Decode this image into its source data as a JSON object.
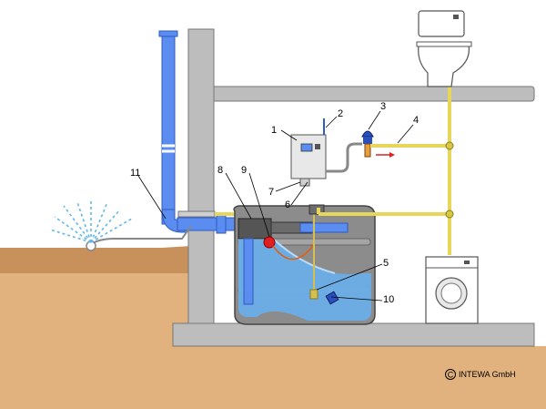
{
  "labels": {
    "l1": "1",
    "l2": "2",
    "l3": "3",
    "l4": "4",
    "l5": "5",
    "l6": "6",
    "l7": "7",
    "l8": "8",
    "l9": "9",
    "l10": "10",
    "l11": "11"
  },
  "copyright": {
    "symbol": "C",
    "text": "INTEWA GmbH"
  },
  "colors": {
    "ground": "#e2b27e",
    "soil_dark": "#c8905a",
    "wall": "#bdbdbd",
    "tank": "#8c8c8c",
    "water": "#6aaee8",
    "downpipe": "#5b8cf0",
    "pipe_yellow": "#e6d75a"
  }
}
